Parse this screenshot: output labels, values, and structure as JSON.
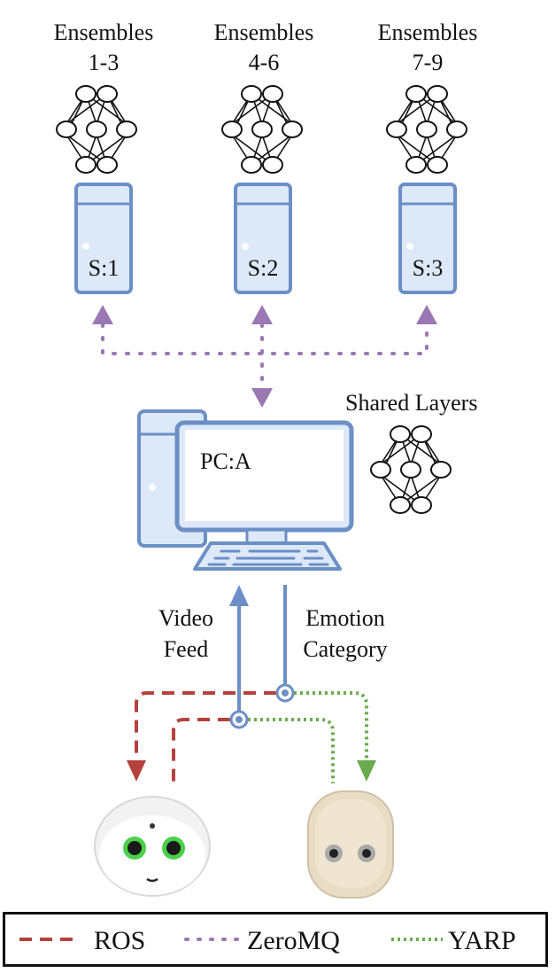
{
  "ensembles": [
    {
      "title": "Ensembles",
      "range": "1-3"
    },
    {
      "title": "Ensembles",
      "range": "4-6"
    },
    {
      "title": "Ensembles",
      "range": "7-9"
    }
  ],
  "servers": [
    {
      "label": "S:1"
    },
    {
      "label": "S:2"
    },
    {
      "label": "S:3"
    }
  ],
  "pc": {
    "label": "PC:A",
    "shared_label": "Shared Layers"
  },
  "links": {
    "video_label_1": "Video",
    "video_label_2": "Feed",
    "emotion_label_1": "Emotion",
    "emotion_label_2": "Category"
  },
  "legend": {
    "ros": "ROS",
    "zeromq": "ZeroMQ",
    "yarp": "YARP"
  },
  "colors": {
    "blue_stroke": "#6b8fc6",
    "blue_fill": "#dde8f8",
    "ros": "#b5413c",
    "zeromq": "#9b77b4",
    "yarp": "#6aab4f"
  }
}
